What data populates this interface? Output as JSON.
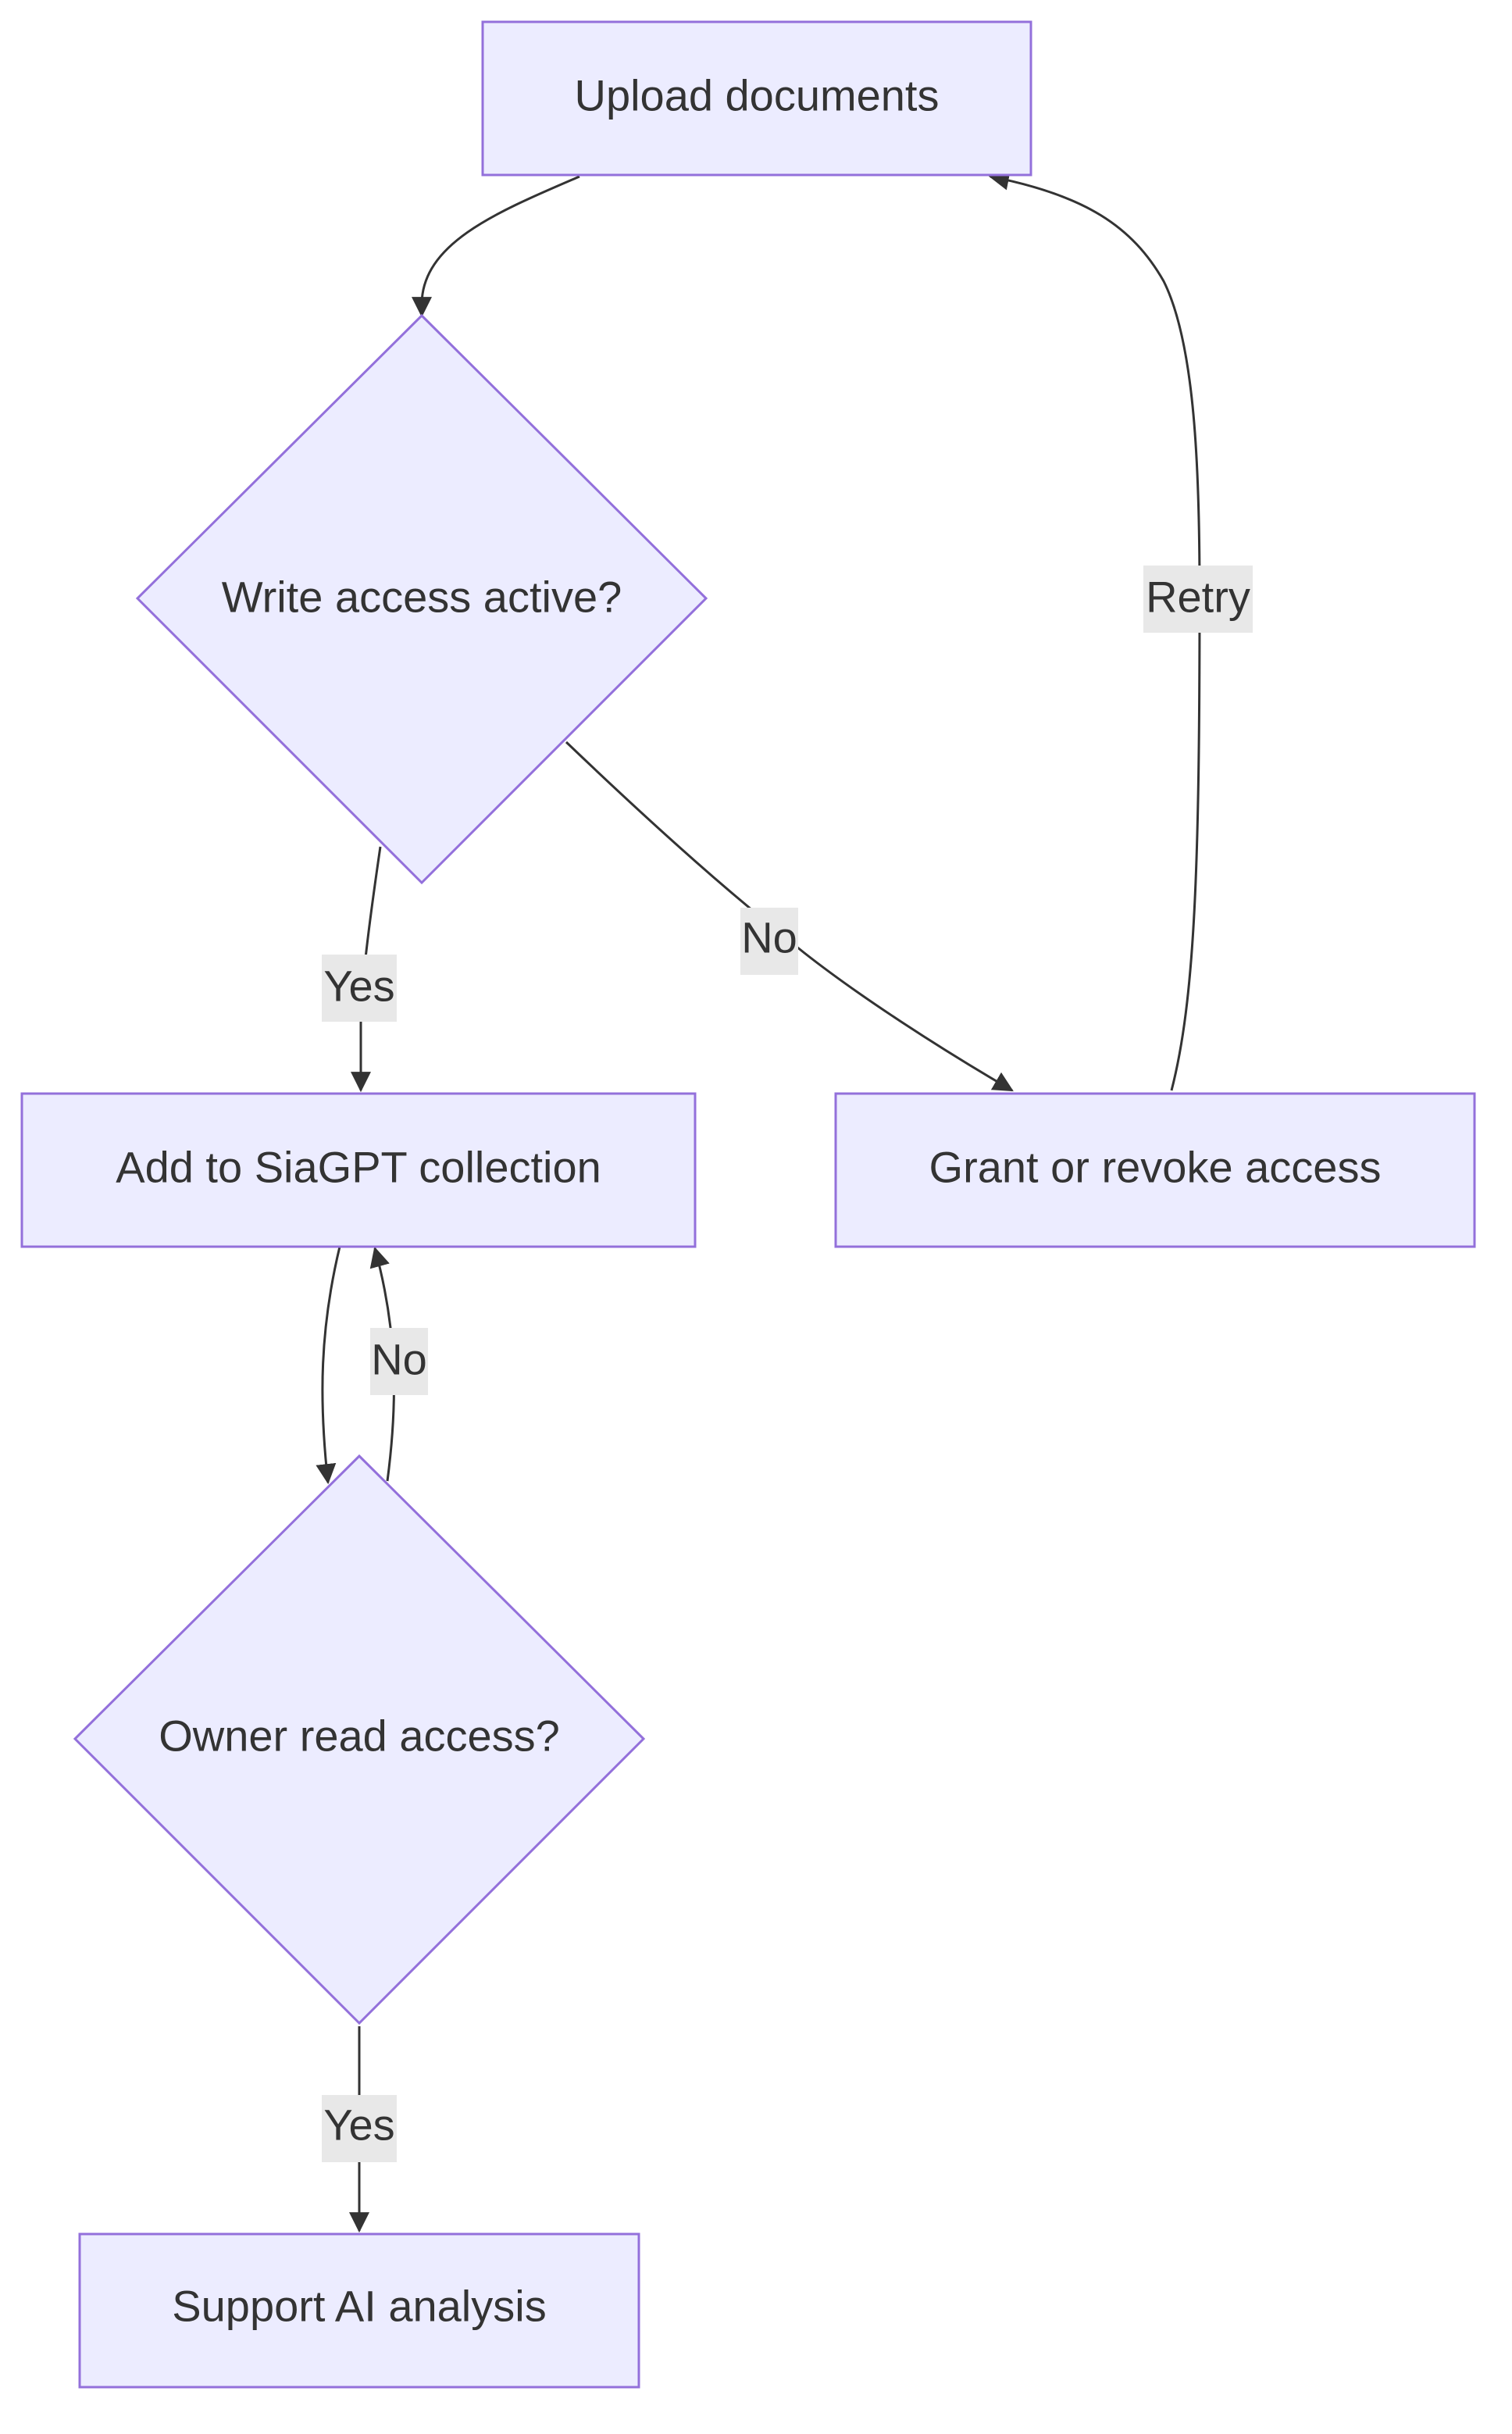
{
  "nodes": {
    "upload": {
      "label": "Upload documents",
      "shape": "rect"
    },
    "write_check": {
      "label": "Write access active?",
      "shape": "diamond"
    },
    "add_collection": {
      "label": "Add to SiaGPT collection",
      "shape": "rect"
    },
    "grant_revoke": {
      "label": "Grant or revoke access",
      "shape": "rect"
    },
    "owner_check": {
      "label": "Owner read access?",
      "shape": "diamond"
    },
    "support_ai": {
      "label": "Support AI analysis",
      "shape": "rect"
    }
  },
  "edges": [
    {
      "from": "upload",
      "to": "write_check",
      "label": ""
    },
    {
      "from": "write_check",
      "to": "add_collection",
      "label": "Yes"
    },
    {
      "from": "write_check",
      "to": "grant_revoke",
      "label": "No"
    },
    {
      "from": "grant_revoke",
      "to": "upload",
      "label": "Retry"
    },
    {
      "from": "add_collection",
      "to": "owner_check",
      "label": ""
    },
    {
      "from": "owner_check",
      "to": "add_collection",
      "label": "No"
    },
    {
      "from": "owner_check",
      "to": "support_ai",
      "label": "Yes"
    }
  ],
  "colors": {
    "node_fill": "#ECECFF",
    "node_stroke": "#9370DB",
    "edge": "#333333",
    "edge_label_bg": "#e8e8e8",
    "text": "#333333"
  }
}
